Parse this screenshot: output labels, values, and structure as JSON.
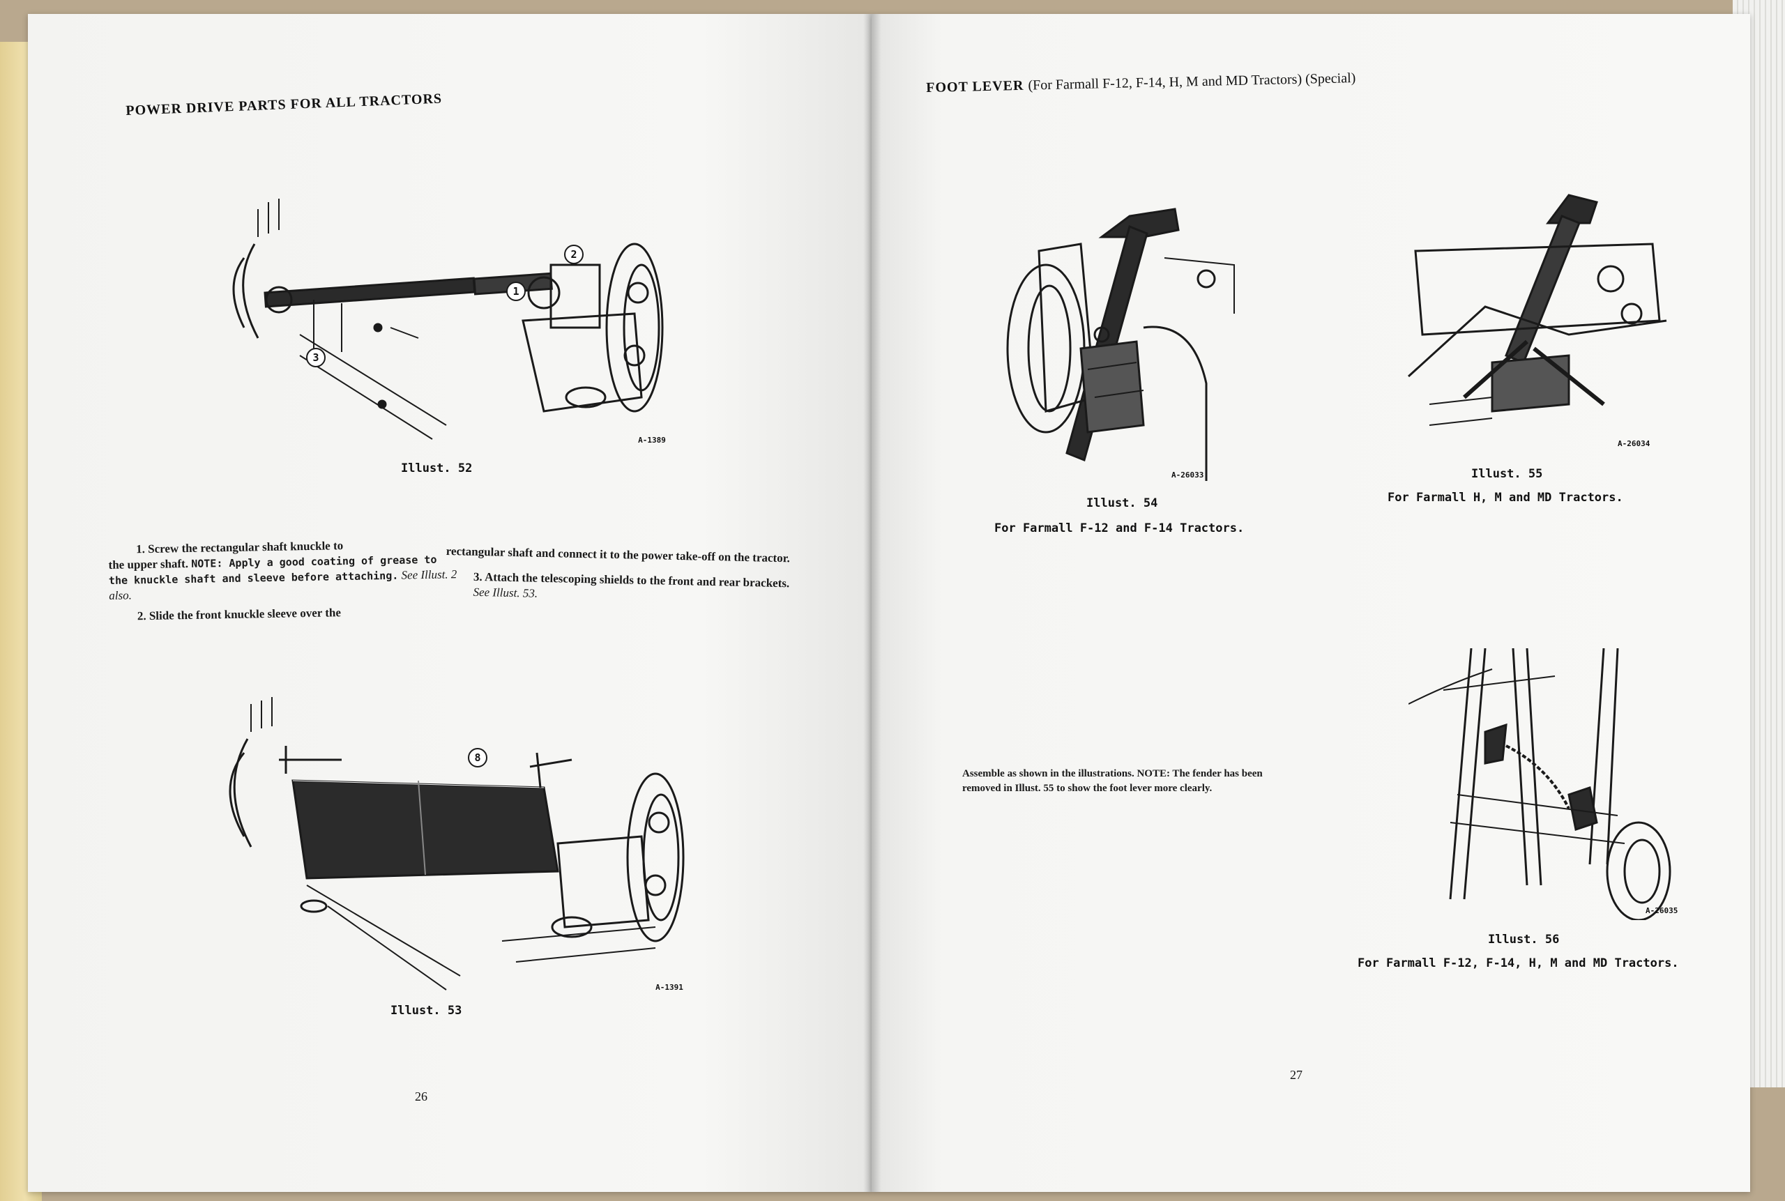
{
  "left_page": {
    "heading": "POWER DRIVE PARTS FOR ALL TRACTORS",
    "illus52": {
      "caption": "Illust. 52",
      "code": "A-1389",
      "callouts": [
        "1",
        "2",
        "3"
      ]
    },
    "instructions": {
      "col1_p1_a": "1. Screw the rectangular shaft knuckle to",
      "col1_p1_b": "the upper shaft.",
      "col1_p1_note": "NOTE: Apply a good coating of grease to the knuckle shaft and sleeve before attaching.",
      "col1_p1_see": "See Illust. 2 also.",
      "col1_p2": "2. Slide the front knuckle sleeve over the",
      "col2_p2": "rectangular shaft and connect it to the power take-off on the tractor.",
      "col2_p3": "3. Attach the telescoping shields to the front and rear brackets.",
      "col2_p3_see": "See Illust. 53."
    },
    "illus53": {
      "caption": "Illust. 53",
      "code": "A-1391",
      "callout": "8"
    },
    "page_number": "26"
  },
  "right_page": {
    "heading": "FOOT LEVER",
    "heading_detail": "(For Farmall F-12, F-14, H, M and MD Tractors) (Special)",
    "illus54": {
      "caption": "Illust. 54",
      "subcaption": "For Farmall F-12 and F-14 Tractors.",
      "code": "A-26033"
    },
    "illus55": {
      "caption": "Illust. 55",
      "subcaption": "For Farmall H, M and MD Tractors.",
      "code": "A-26034"
    },
    "assemble_note": "Assemble as shown in the illustrations. NOTE: The fender has been removed in Illust. 55 to show the foot lever more clearly.",
    "illus56": {
      "caption": "Illust. 56",
      "subcaption": "For Farmall F-12, F-14, H, M and MD Tractors.",
      "code": "A-26035"
    },
    "page_number": "27"
  },
  "colors": {
    "paper": "#f6f6f4",
    "ink": "#111111",
    "background": "#b9a88e",
    "page_edge": "#efe0ad"
  }
}
